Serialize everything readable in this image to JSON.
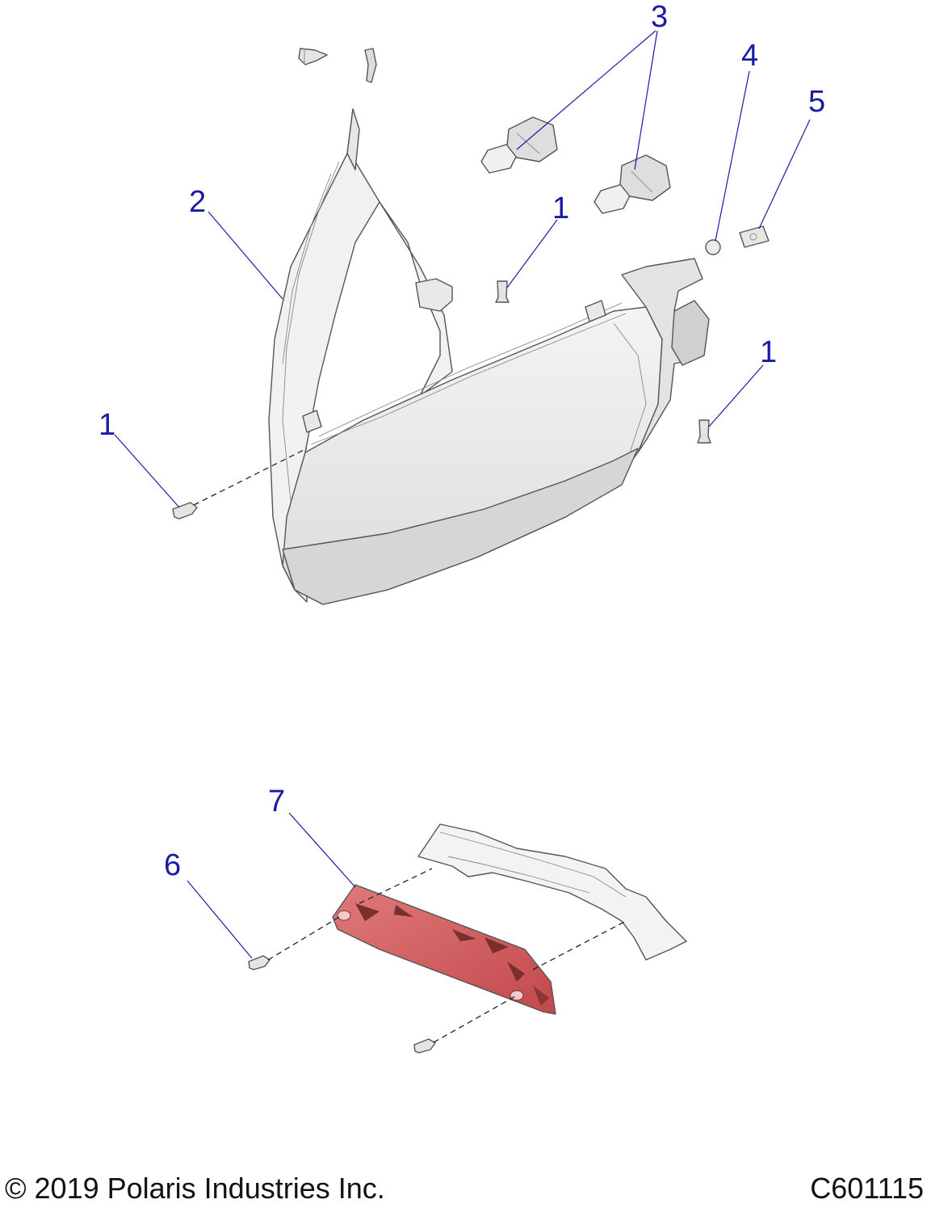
{
  "callouts": {
    "c1a": "1",
    "c1b": "1",
    "c1c": "1",
    "c2": "2",
    "c3": "3",
    "c4": "4",
    "c5": "5",
    "c6": "6",
    "c7": "7"
  },
  "footer": {
    "copyright": "© 2019 Polaris Industries Inc.",
    "drawing_id": "C601115"
  },
  "colors": {
    "callout": "#1a1aa6",
    "taillight": "#d45a5a",
    "housing": "#ececec"
  }
}
